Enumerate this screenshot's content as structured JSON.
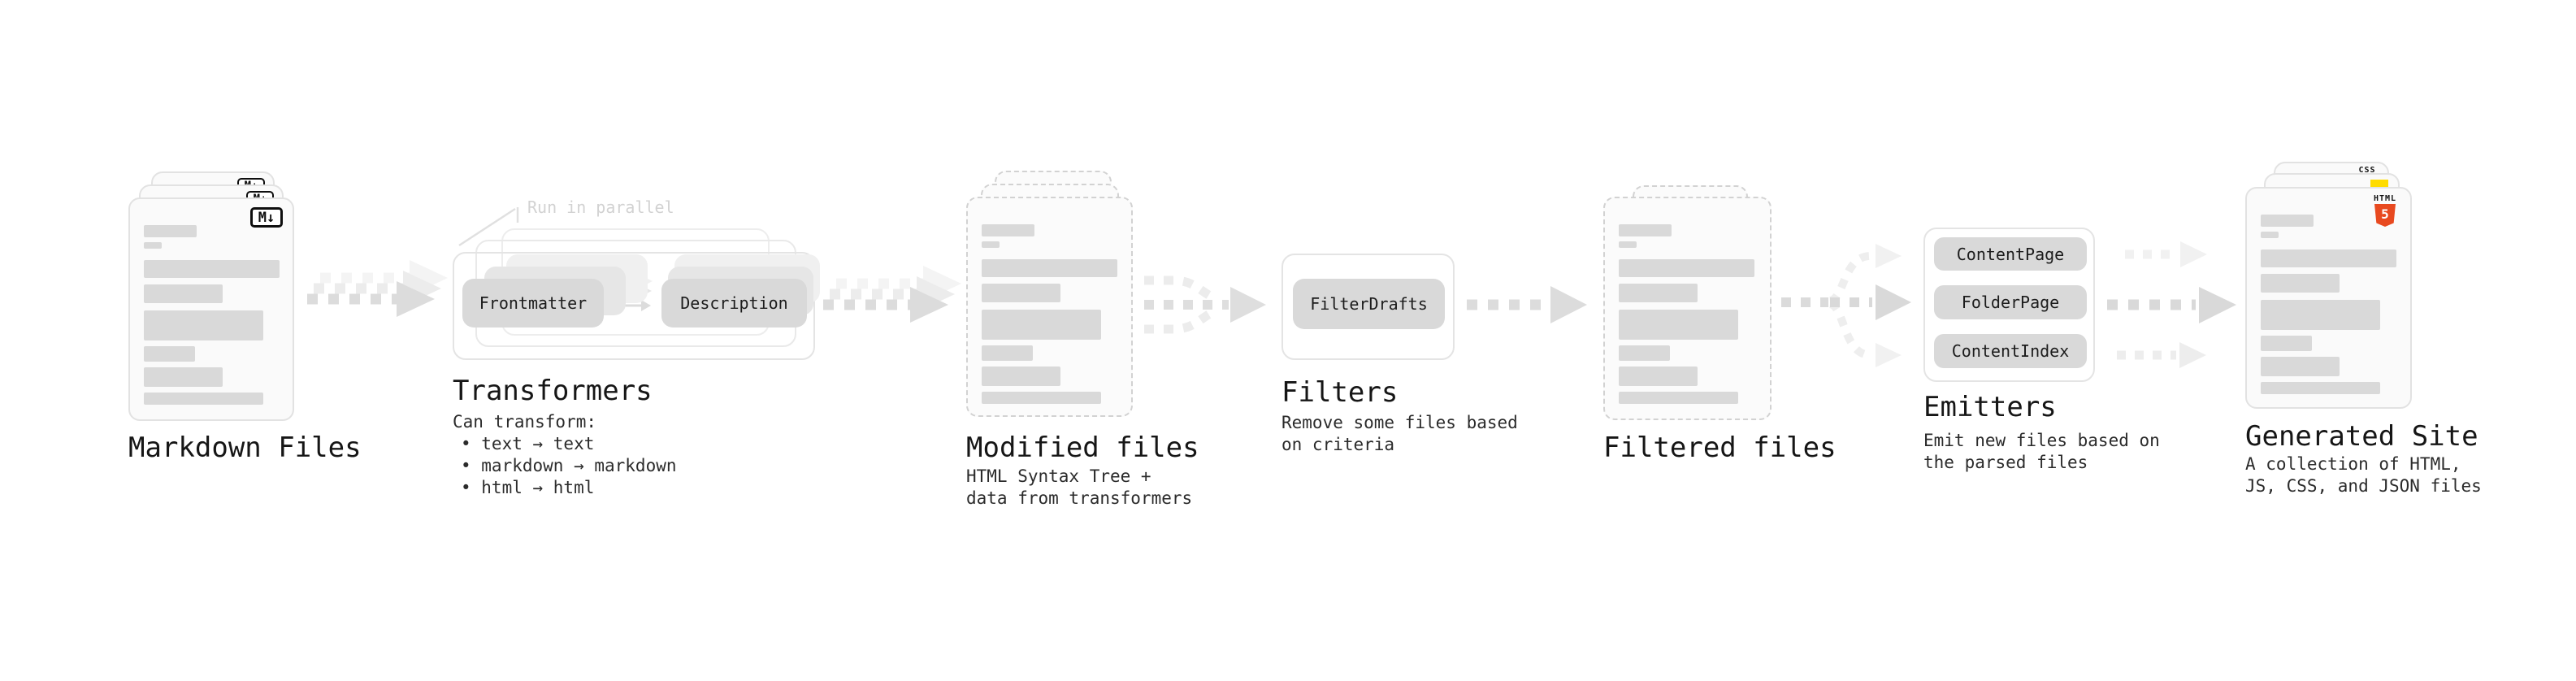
{
  "stages": {
    "markdown": {
      "title": "Markdown Files"
    },
    "transformers": {
      "title": "Transformers",
      "annotation": "Run in parallel",
      "pills": {
        "frontmatter": "Frontmatter",
        "description": "Description"
      },
      "desc": [
        "Can transform:",
        "• text → text",
        "• markdown → markdown",
        "• html → html"
      ]
    },
    "modified": {
      "title": "Modified files",
      "desc": [
        "HTML Syntax Tree +",
        "data from transformers"
      ]
    },
    "filters": {
      "title": "Filters",
      "pill": "FilterDrafts",
      "desc": [
        "Remove some files based",
        "on criteria"
      ]
    },
    "filtered": {
      "title": "Filtered files"
    },
    "emitters": {
      "title": "Emitters",
      "pills": {
        "content_page": "ContentPage",
        "folder_page": "FolderPage",
        "content_index": "ContentIndex"
      },
      "desc": [
        "Emit new files based on",
        "the parsed files"
      ]
    },
    "generated": {
      "title": "Generated Site",
      "desc": [
        "A collection of HTML,",
        "JS, CSS, and JSON files"
      ]
    }
  },
  "icons": {
    "markdown_glyph": "M↓",
    "html5_word": "HTML",
    "html5_digit": "5",
    "css_word": "CSS"
  },
  "colors": {
    "html5_orange": "#e8491f",
    "js_yellow": "#ffdc00",
    "css_blue": "#2b6bf3",
    "bar_gray": "#d9d9d9",
    "arrow_gray": "#dcdcdc"
  }
}
